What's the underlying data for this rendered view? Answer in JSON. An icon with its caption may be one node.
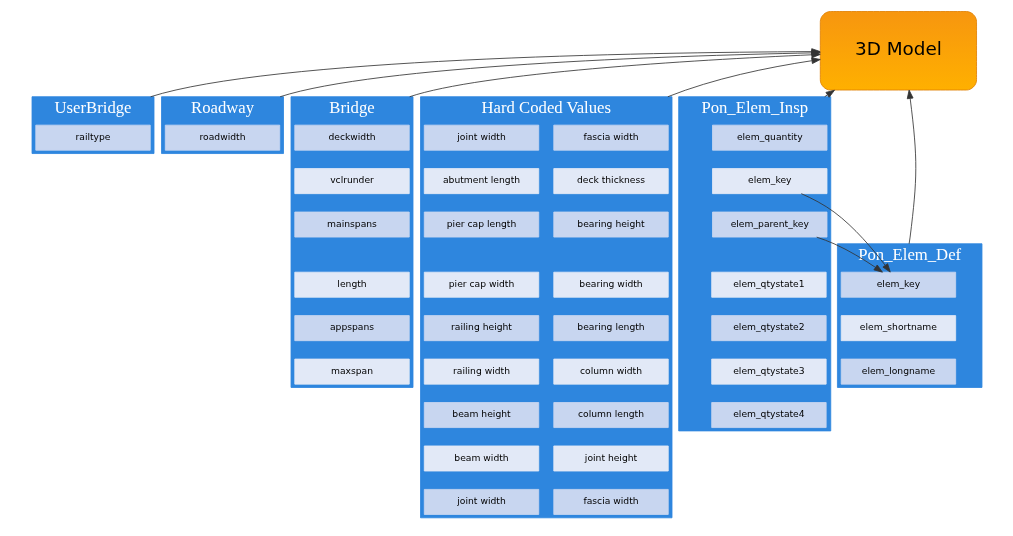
{
  "diagram": {
    "nodes": [
      {
        "text": [
          "UserBridge"
        ]
      },
      {
        "text": [
          "railtype"
        ],
        "in": 0
      },
      {
        "text": [
          "Roadway"
        ]
      },
      {
        "text": [
          "roadwidth"
        ],
        "in": 2
      },
      {
        "text": [
          "3D Model"
        ]
      },
      {
        "text": [
          "Bridge"
        ]
      },
      {
        "text": [
          "deckwidth"
        ],
        "in": 5
      },
      {
        "text": [
          "vclrunder"
        ],
        "in": 5
      },
      {
        "text": [
          "mainspans"
        ],
        "in": 5
      },
      {
        "text": [
          "length"
        ],
        "in": 5
      },
      {
        "text": [
          "appspans"
        ],
        "in": 5
      },
      {
        "text": [
          "maxspan"
        ],
        "in": 5
      },
      {
        "text": [
          "Hard Coded Values"
        ]
      },
      {
        "text": [
          "fascia width"
        ],
        "in": 12
      },
      {
        "text": [
          "joint width"
        ],
        "in": 12
      },
      {
        "text": [
          "deck thickness"
        ],
        "in": 12
      },
      {
        "text": [
          "abutment length"
        ],
        "in": 12
      },
      {
        "text": [
          "bearing height"
        ],
        "in": 12
      },
      {
        "text": [
          "pier cap length"
        ],
        "in": 12
      },
      {
        "text": [
          "bearing width"
        ],
        "in": 12
      },
      {
        "text": [
          "pier cap width"
        ],
        "in": 12
      },
      {
        "text": [
          "bearing length"
        ],
        "in": 12
      },
      {
        "text": [
          "railing height"
        ],
        "in": 12
      },
      {
        "text": [
          "column width"
        ],
        "in": 12
      },
      {
        "text": [
          "railing width"
        ],
        "in": 12
      },
      {
        "text": [
          "column length"
        ],
        "in": 12
      },
      {
        "text": [
          "beam height"
        ],
        "in": 12
      },
      {
        "text": [
          "joint height"
        ],
        "in": 12
      },
      {
        "text": [
          "beam width"
        ],
        "in": 12
      },
      {
        "text": [
          "fascia width"
        ],
        "in": 12
      },
      {
        "text": [
          "joint width"
        ],
        "in": 12
      },
      {
        "text": [
          "Pon_Elem_Insp"
        ]
      },
      {
        "text": [
          "elem_quantity"
        ],
        "in": 31
      },
      {
        "text": [
          "elem_key"
        ],
        "in": 31
      },
      {
        "text": [
          "elem_parent_key"
        ],
        "in": 31
      },
      {
        "text": [
          "elem_qtystate1"
        ],
        "in": 31
      },
      {
        "text": [
          "elem_qtystate2"
        ],
        "in": 31
      },
      {
        "text": [
          "elem_qtystate3"
        ],
        "in": 31
      },
      {
        "text": [
          "elem_qtystate4"
        ],
        "in": 31
      },
      {
        "text": [
          "Pon_Elem_Def"
        ]
      },
      {
        "text": [
          "elem_key"
        ],
        "in": 39
      },
      {
        "text": [
          "elem_shortname"
        ],
        "in": 39
      },
      {
        "text": [
          "elem_longname"
        ],
        "in": 39
      }
    ],
    "edges": [
      {
        "from": 0,
        "to": 4,
        "arrow": "to"
      },
      {
        "from": 2,
        "to": 4,
        "arrow": "to"
      },
      {
        "from": 5,
        "to": 4,
        "arrow": "to"
      },
      {
        "from": 12,
        "to": 4,
        "arrow": "to"
      },
      {
        "from": 39,
        "to": 4,
        "arrow": "to"
      },
      {
        "from": 31,
        "to": 4,
        "arrow": "to"
      },
      {
        "from": 33,
        "to": 40,
        "arrow": "to"
      },
      {
        "from": 34,
        "to": 40,
        "arrow": "to"
      }
    ]
  }
}
